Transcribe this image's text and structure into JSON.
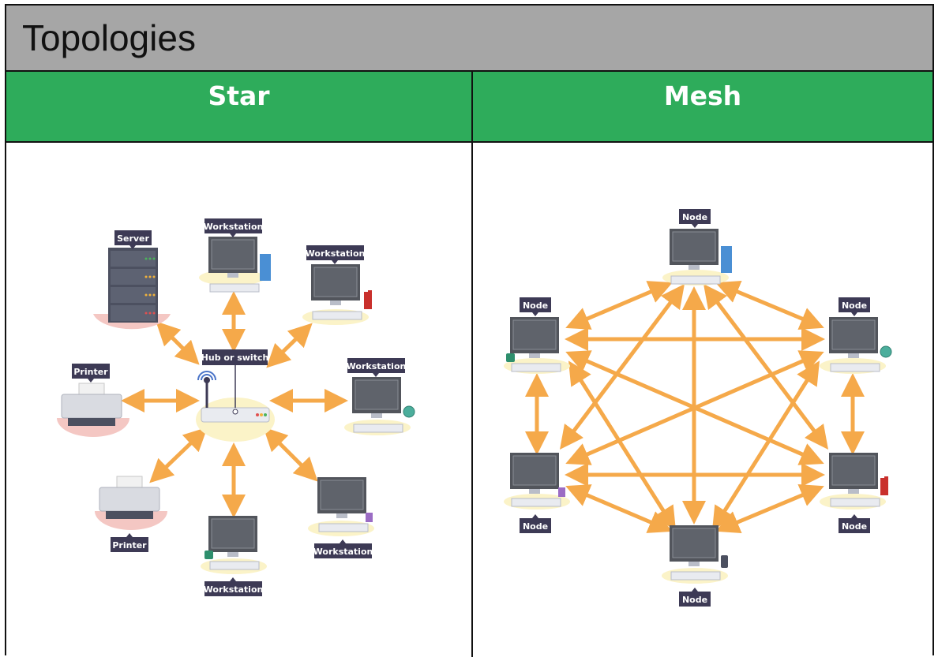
{
  "title": "Topologies",
  "columns": [
    {
      "header": "Star"
    },
    {
      "header": "Mesh"
    }
  ],
  "star": {
    "hub_label": "Hub or switch",
    "devices": [
      {
        "label": "Server",
        "kind": "server"
      },
      {
        "label": "Workstation",
        "kind": "workstation",
        "accessory": "binder-icon"
      },
      {
        "label": "Workstation",
        "kind": "workstation",
        "accessory": "books-icon"
      },
      {
        "label": "Printer",
        "kind": "printer"
      },
      {
        "label": "Workstation",
        "kind": "workstation",
        "accessory": "globe-icon"
      },
      {
        "label": "Printer",
        "kind": "printer"
      },
      {
        "label": "Workstation",
        "kind": "workstation",
        "accessory": "mug-icon"
      },
      {
        "label": "Workstation",
        "kind": "workstation",
        "accessory": "pencil-cup-icon"
      }
    ]
  },
  "mesh": {
    "nodes": [
      {
        "label": "Node",
        "accessory": "binder-icon"
      },
      {
        "label": "Node",
        "accessory": "mug-icon"
      },
      {
        "label": "Node",
        "accessory": "globe-icon"
      },
      {
        "label": "Node",
        "accessory": "pencil-cup-icon"
      },
      {
        "label": "Node",
        "accessory": "books-icon"
      },
      {
        "label": "Node",
        "accessory": "phone-icon"
      }
    ]
  },
  "colors": {
    "title_bar": "#a6a6a6",
    "header": "#2eac5b",
    "arrow": "#f5a94a",
    "label_bg": "#3d3a55",
    "monitor": "#52555c"
  }
}
